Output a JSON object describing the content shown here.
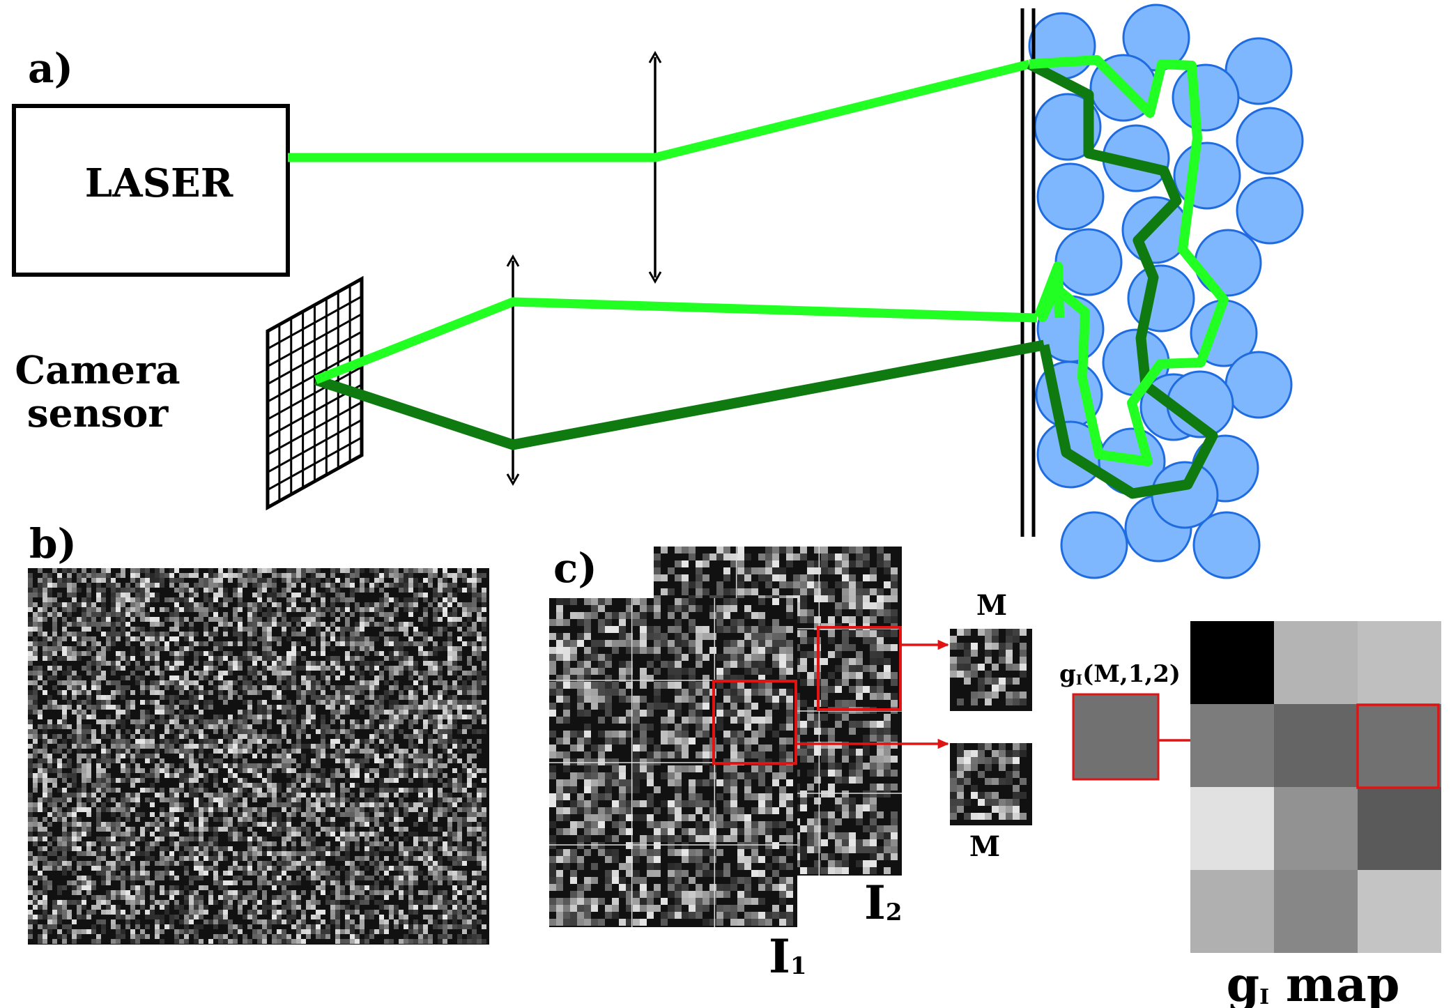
{
  "panels": {
    "a": {
      "label": "a)",
      "laser_label": "LASER",
      "camera_label_line1": "Camera",
      "camera_label_line2": "sensor"
    },
    "b": {
      "label": "b)"
    },
    "c": {
      "label": "c)",
      "image1_label": "I",
      "image1_sub": "1",
      "image2_label": "I",
      "image2_sub": "2",
      "patch_top_label": "M",
      "patch_bottom_label": "M",
      "g_formula_prefix": "g",
      "g_formula_sub": "I",
      "g_formula_args": "(M,1,2)",
      "map_label_prefix": "g",
      "map_label_sub": "I",
      "map_label_rest": " map"
    }
  },
  "colors": {
    "light_green": "#22ff22",
    "dark_green": "#0f7a10",
    "sphere_fill": "#7fb7ff",
    "sphere_stroke": "#1f6be0",
    "highlight_red": "#e11414"
  },
  "gi_map": {
    "cells": [
      [
        0.0,
        0.8,
        0.85
      ],
      [
        0.55,
        0.45,
        0.5
      ],
      [
        1.0,
        0.65,
        0.4
      ],
      [
        0.78,
        0.6,
        0.87
      ]
    ],
    "highlighted": [
      1,
      2
    ],
    "patch_value": 0.5
  }
}
